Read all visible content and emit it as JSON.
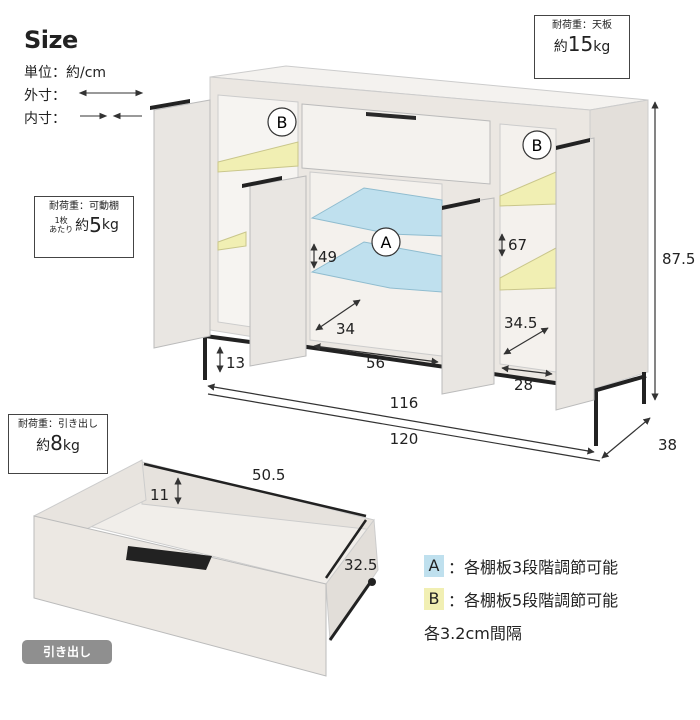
{
  "title": "Size",
  "units": {
    "unit_label": "単位：",
    "unit_value": "約/cm",
    "outer_label": "外寸：",
    "inner_label": "内寸："
  },
  "load_top": {
    "label": "耐荷重：天板",
    "prefix": "約",
    "value": "15",
    "unit": "kg"
  },
  "load_shelf": {
    "label": "耐荷重：可動棚",
    "per_top": "1枚",
    "per_bottom": "あたり",
    "prefix": "約",
    "value": "5",
    "unit": "kg"
  },
  "load_drawer": {
    "label": "耐荷重：引き出し",
    "prefix": "約",
    "value": "8",
    "unit": "kg"
  },
  "dimensions": {
    "shelf_a_height": "49",
    "shelf_b_height": "67",
    "center_depth": "34",
    "side_depth": "34.5",
    "center_width": "56",
    "side_width": "28",
    "leg_height": "13",
    "inner_width": "116",
    "outer_width": "120",
    "depth": "38",
    "height": "87.5",
    "drawer_height": "11",
    "drawer_width": "50.5",
    "drawer_depth": "32.5"
  },
  "markers": {
    "a": "A",
    "b": "B"
  },
  "legend": {
    "a_letter": "A",
    "a_text": "：各棚板3段階調節可能",
    "b_letter": "B",
    "b_text": "：各棚板5段階調節可能",
    "note": "各3.2cm間隔"
  },
  "drawer_label": "引き出し",
  "colors": {
    "shelf_a": "#bfe0ee",
    "shelf_b": "#f1efb3",
    "wood": "#eeeae6",
    "wood_dark": "#dedad5",
    "metal": "#222222"
  }
}
